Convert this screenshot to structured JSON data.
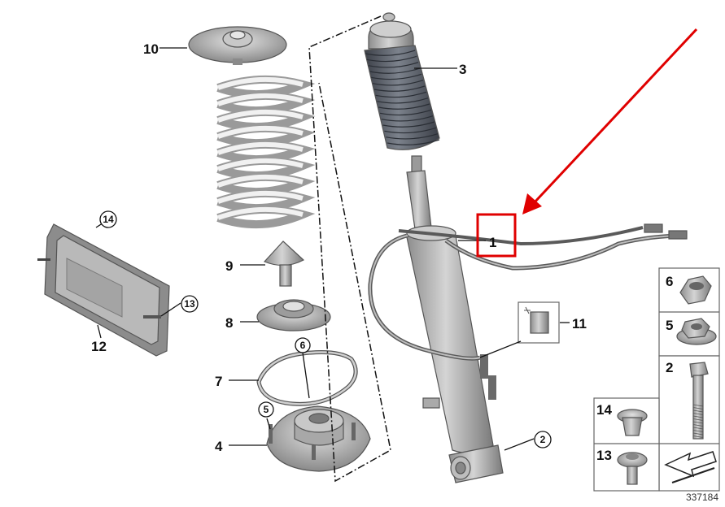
{
  "labels": {
    "p1": "1",
    "p2": "2",
    "p3": "3",
    "p4": "4",
    "p5": "5",
    "p6": "6",
    "p7": "7",
    "p8": "8",
    "p9": "9",
    "p10": "10",
    "p11": "11",
    "p12": "12",
    "p13": "13",
    "p14": "14"
  },
  "inset_labels": {
    "i6": "6",
    "i5": "5",
    "i2": "2",
    "i14": "14",
    "i13": "13"
  },
  "catalog_number": "337184",
  "highlight_color": "#e00000"
}
